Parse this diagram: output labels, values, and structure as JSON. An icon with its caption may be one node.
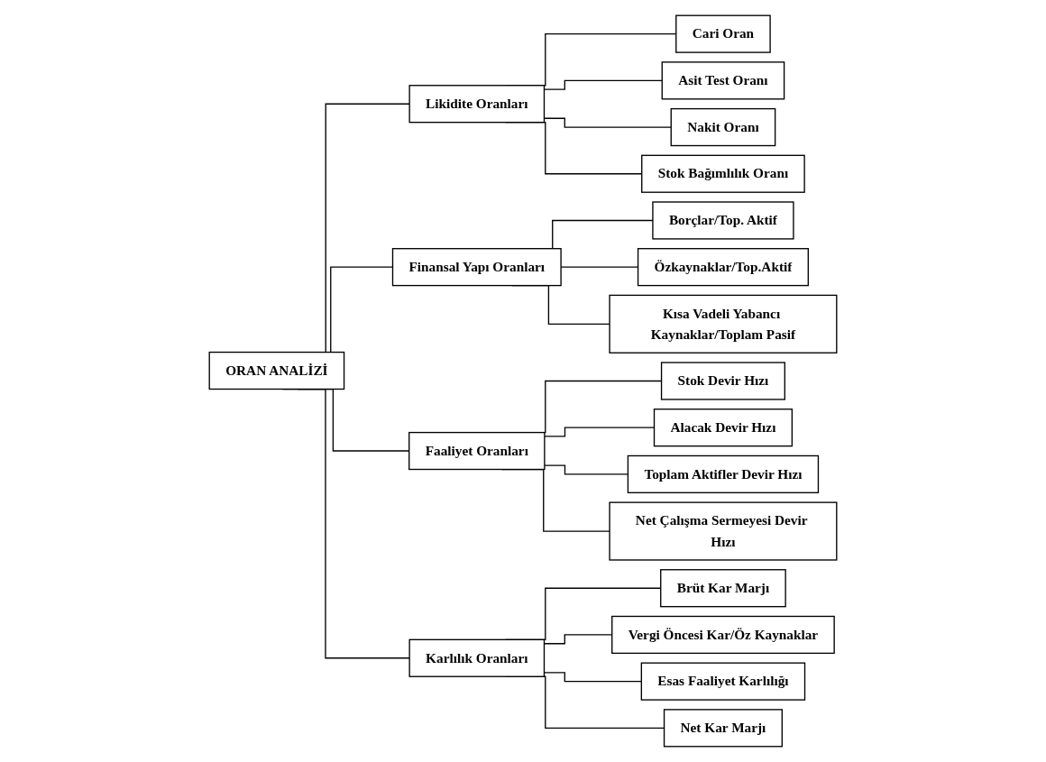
{
  "diagram": {
    "nodes": [
      {
        "text": [
          "ORAN ANALİZİ"
        ]
      },
      {
        "text": [
          "Likidite Oranları"
        ]
      },
      {
        "text": [
          "Finansal Yapı Oranları"
        ]
      },
      {
        "text": [
          "Faaliyet Oranları"
        ]
      },
      {
        "text": [
          "Karlılık Oranları"
        ]
      },
      {
        "text": [
          "Cari Oran"
        ]
      },
      {
        "text": [
          "Asit Test Oranı"
        ]
      },
      {
        "text": [
          "Nakit Oranı"
        ]
      },
      {
        "text": [
          "Stok Bağımlılık Oranı"
        ]
      },
      {
        "text": [
          "Borçlar/Top. Aktif"
        ]
      },
      {
        "text": [
          "Özkaynaklar/Top.Aktif"
        ]
      },
      {
        "text": [
          "Kısa Vadeli Yabancı Kaynaklar/Toplam Pasif"
        ]
      },
      {
        "text": [
          "Stok Devir Hızı"
        ]
      },
      {
        "text": [
          "Alacak Devir Hızı"
        ]
      },
      {
        "text": [
          "Toplam Aktifler Devir Hızı"
        ]
      },
      {
        "text": [
          "Net Çalışma Sermeyesi Devir Hızı"
        ]
      },
      {
        "text": [
          "Brüt Kar Marjı"
        ]
      },
      {
        "text": [
          "Vergi Öncesi Kar/Öz Kaynaklar"
        ]
      },
      {
        "text": [
          "Esas Faaliyet Karlılığı"
        ]
      },
      {
        "text": [
          "Net Kar Marjı"
        ]
      }
    ],
    "edges": [
      {
        "from": 0,
        "to": 1,
        "arrow": "none"
      },
      {
        "from": 0,
        "to": 2,
        "arrow": "none"
      },
      {
        "from": 0,
        "to": 3,
        "arrow": "none"
      },
      {
        "from": 0,
        "to": 4,
        "arrow": "none"
      },
      {
        "from": 1,
        "to": 5,
        "arrow": "none"
      },
      {
        "from": 1,
        "to": 6,
        "arrow": "none"
      },
      {
        "from": 1,
        "to": 7,
        "arrow": "none"
      },
      {
        "from": 1,
        "to": 8,
        "arrow": "none"
      },
      {
        "from": 2,
        "to": 9,
        "arrow": "none"
      },
      {
        "from": 2,
        "to": 10,
        "arrow": "none"
      },
      {
        "from": 2,
        "to": 11,
        "arrow": "none"
      },
      {
        "from": 3,
        "to": 12,
        "arrow": "none"
      },
      {
        "from": 3,
        "to": 13,
        "arrow": "none"
      },
      {
        "from": 3,
        "to": 14,
        "arrow": "none"
      },
      {
        "from": 3,
        "to": 15,
        "arrow": "none"
      },
      {
        "from": 4,
        "to": 16,
        "arrow": "none"
      },
      {
        "from": 4,
        "to": 17,
        "arrow": "none"
      },
      {
        "from": 4,
        "to": 18,
        "arrow": "none"
      },
      {
        "from": 4,
        "to": 19,
        "arrow": "none"
      }
    ]
  }
}
